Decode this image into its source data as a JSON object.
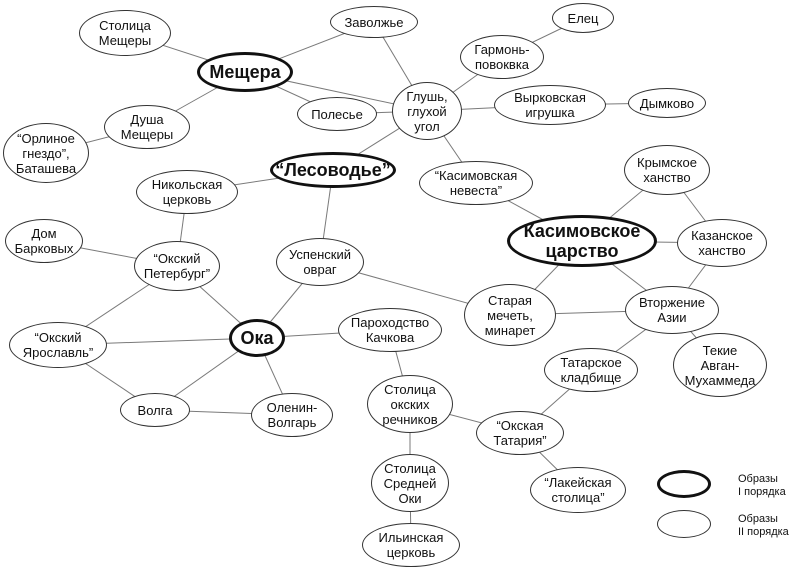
{
  "nodes": [
    {
      "id": "stolica_meshchery",
      "label": "Столица\nМещеры",
      "level": 2
    },
    {
      "id": "zavolzhye",
      "label": "Заволжье",
      "level": 2
    },
    {
      "id": "elec",
      "label": "Елец",
      "level": 2
    },
    {
      "id": "garmon",
      "label": "Гармонь-\nповоквка",
      "level": 2
    },
    {
      "id": "meshchera",
      "label": "Мещера",
      "level": 1
    },
    {
      "id": "polesye",
      "label": "Полесье",
      "level": 2
    },
    {
      "id": "glush",
      "label": "Глушь,\nглухой\nугол",
      "level": 2
    },
    {
      "id": "vyrkov",
      "label": "Вырковская\nигрушка",
      "level": 2
    },
    {
      "id": "dymkovo",
      "label": "Дымково",
      "level": 2
    },
    {
      "id": "dusha",
      "label": "Душа\nМещеры",
      "level": 2
    },
    {
      "id": "orlinoe",
      "label": "“Орлиное\nгнездо”,\nБаташева",
      "level": 2
    },
    {
      "id": "lesovodye",
      "label": "“Лесоводье”",
      "level": 1
    },
    {
      "id": "nikolskaya",
      "label": "Никольская\nцерковь",
      "level": 2
    },
    {
      "id": "kasim_nevesta",
      "label": "“Касимовская\nневеста”",
      "level": 2
    },
    {
      "id": "krymskoe",
      "label": "Крымское\nханство",
      "level": 2
    },
    {
      "id": "dom_barkovyh",
      "label": "Дом\nБарковых",
      "level": 2
    },
    {
      "id": "kasim_carstvo",
      "label": "Касимовское\nцарство",
      "level": 1
    },
    {
      "id": "kazanskoe",
      "label": "Казанское\nханство",
      "level": 2
    },
    {
      "id": "ok_peterburg",
      "label": "“Окский\nПетербург”",
      "level": 2
    },
    {
      "id": "uspenskiy",
      "label": "Успенский\nовраг",
      "level": 2
    },
    {
      "id": "staraya_mechet",
      "label": "Старая\nмечеть,\nминарет",
      "level": 2
    },
    {
      "id": "vtorzhenie",
      "label": "Вторжение\nАзии",
      "level": 2
    },
    {
      "id": "parohodstvo",
      "label": "Пароходство\nКачкова",
      "level": 2
    },
    {
      "id": "oka",
      "label": "Ока",
      "level": 1
    },
    {
      "id": "ok_yaroslavl",
      "label": "“Окский\nЯрославль”",
      "level": 2
    },
    {
      "id": "tekie",
      "label": "Текие\nАвган-\nМухаммеда",
      "level": 2
    },
    {
      "id": "tatar_kladb",
      "label": "Татарское\nкладбище",
      "level": 2
    },
    {
      "id": "stolica_rechnikov",
      "label": "Столица\nокских\nречников",
      "level": 2
    },
    {
      "id": "volga",
      "label": "Волга",
      "level": 2
    },
    {
      "id": "olenin",
      "label": "Оленин-\nВолгарь",
      "level": 2
    },
    {
      "id": "okskaya_tatariya",
      "label": "“Окская\nТатария”",
      "level": 2
    },
    {
      "id": "stolica_sredney",
      "label": "Столица\nСредней\nОки",
      "level": 2
    },
    {
      "id": "lakeyskaya",
      "label": "“Лакейская\nстолица”",
      "level": 2
    },
    {
      "id": "ilinskaya",
      "label": "Ильинская\nцерковь",
      "level": 2
    }
  ],
  "edges": [
    [
      "stolica_meshchery",
      "meshchera"
    ],
    [
      "meshchera",
      "zavolzhye"
    ],
    [
      "meshchera",
      "glush"
    ],
    [
      "meshchera",
      "polesye"
    ],
    [
      "meshchera",
      "dusha"
    ],
    [
      "dusha",
      "orlinoe"
    ],
    [
      "zavolzhye",
      "glush"
    ],
    [
      "polesye",
      "glush"
    ],
    [
      "garmon",
      "glush"
    ],
    [
      "garmon",
      "elec"
    ],
    [
      "glush",
      "vyrkov"
    ],
    [
      "vyrkov",
      "dymkovo"
    ],
    [
      "glush",
      "kasim_nevesta"
    ],
    [
      "glush",
      "lesovodye"
    ],
    [
      "lesovodye",
      "nikolskaya"
    ],
    [
      "lesovodye",
      "uspenskiy"
    ],
    [
      "nikolskaya",
      "ok_peterburg"
    ],
    [
      "dom_barkovyh",
      "ok_peterburg"
    ],
    [
      "ok_peterburg",
      "ok_yaroslavl"
    ],
    [
      "ok_peterburg",
      "oka"
    ],
    [
      "kasim_nevesta",
      "kasim_carstvo"
    ],
    [
      "kasim_carstvo",
      "krymskoe"
    ],
    [
      "kasim_carstvo",
      "kazanskoe"
    ],
    [
      "kasim_carstvo",
      "staraya_mechet"
    ],
    [
      "kasim_carstvo",
      "vtorzhenie"
    ],
    [
      "krymskoe",
      "kazanskoe"
    ],
    [
      "kazanskoe",
      "vtorzhenie"
    ],
    [
      "uspenskiy",
      "staraya_mechet"
    ],
    [
      "uspenskiy",
      "oka"
    ],
    [
      "staraya_mechet",
      "vtorzhenie"
    ],
    [
      "vtorzhenie",
      "tekie"
    ],
    [
      "vtorzhenie",
      "tatar_kladb"
    ],
    [
      "tatar_kladb",
      "okskaya_tatariya"
    ],
    [
      "oka",
      "parohodstvo"
    ],
    [
      "oka",
      "ok_yaroslavl"
    ],
    [
      "oka",
      "volga"
    ],
    [
      "oka",
      "olenin"
    ],
    [
      "ok_yaroslavl",
      "volga"
    ],
    [
      "volga",
      "olenin"
    ],
    [
      "parohodstvo",
      "stolica_rechnikov"
    ],
    [
      "stolica_rechnikov",
      "okskaya_tatariya"
    ],
    [
      "stolica_rechnikov",
      "stolica_sredney"
    ],
    [
      "okskaya_tatariya",
      "lakeyskaya"
    ],
    [
      "stolica_sredney",
      "ilinskaya"
    ]
  ],
  "legend": {
    "major_label": "Образы\nI порядка",
    "minor_label": "Образы\nII порядка"
  }
}
